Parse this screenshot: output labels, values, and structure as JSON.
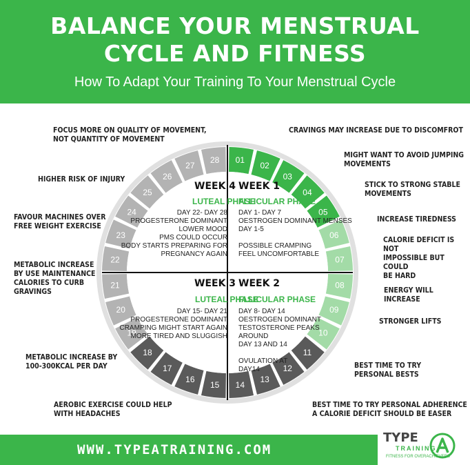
{
  "header": {
    "title_line1": "BALANCE YOUR MENSTRUAL",
    "title_line2": "CYCLE AND FITNESS",
    "subtitle": "How To Adapt Your Training To Your Menstrual Cycle"
  },
  "colors": {
    "green": "#3bb54a",
    "light_green": "#a3dba7",
    "light_gray": "#b3b3b3",
    "dark_gray": "#5a5a5a"
  },
  "days": [
    "01",
    "02",
    "03",
    "04",
    "05",
    "06",
    "07",
    "08",
    "09",
    "10",
    "11",
    "12",
    "13",
    "14",
    "15",
    "16",
    "17",
    "18",
    "19",
    "20",
    "21",
    "22",
    "23",
    "24",
    "25",
    "26",
    "27",
    "28"
  ],
  "weeks": {
    "week1": {
      "title": "WEEK 1",
      "phase": "FLLICULAR PHASE",
      "body": "DAY 1- DAY 7\nOESTROGEN DOMINANT MENSES\nDAY 1-5\n\nPOSSIBLE CRAMPING\nFEEL UNCOMFORTABLE"
    },
    "week2": {
      "title": "WEEK 2",
      "phase": "FLLICULAR PHASE",
      "body": "DAY 8- DAY 14\nOESTROGEN DOMINANT\nTESTOSTERONE PEAKS\nAROUND\nDAY 13 AND 14\n\nOVULATION AT\nDAY14"
    },
    "week3": {
      "title": "WEEK 3",
      "phase": "LUTEAL PHASE",
      "body": "DAY 15- DAY 21\nPROGESTERONE DOMINANT\nCRAMPING MIGHT START AGAIN\nMORE TIRED AND SLUGGISH"
    },
    "week4": {
      "title": "WEEK 4",
      "phase": "LUTEAL PHASE",
      "body": "DAY 22- DAY 28\nPROGESTERONE DOMINANT\nLOWER MOOD\nPMS COULD OCCUR\nBODY STARTS PREPARING FOR\nPREGNANCY AGAIN"
    }
  },
  "notes_right": [
    "CRAVINGS MAY INCREASE DUE TO DISCOMFROT",
    "MIGHT WANT TO AVOID JUMPING\nMOVEMENTS",
    "STICK TO STRONG STABLE\nMOVEMENTS",
    "INCREASE TIREDNESS",
    "CALORIE DEFICIT IS NOT\nIMPOSSIBLE BUT COULD\nBE HARD",
    "ENERGY WILL INCREASE",
    "STRONGER LIFTS",
    "BEST TIME TO TRY\nPERSONAL BESTS",
    "BEST TIME TO TRY PERSONAL ADHERENCE\nA CALORIE DEFICIT SHOULD BE EASER"
  ],
  "notes_left": [
    "FOCUS MORE ON QUALITY OF MOVEMENT,\nNOT QUANTITY OF MOVEMENT",
    "HIGHER RISK OF INJURY",
    "FAVOUR MACHINES OVER\nFREE WEIGHT EXERCISE",
    "METABOLIC INCREASE\nBY USE MAINTENANCE\nCALORIES TO CURB\nGRAVINGS",
    "METABOLIC INCREASE BY\n100-300KCAL PER DAY",
    "AEROBIC EXERCISE COULD HELP\nWITH HEADACHES"
  ],
  "footer": {
    "url": "WWW.TYPEATRAINING.COM",
    "logo_type": "TYPE",
    "logo_training": "TRAINING",
    "logo_tagline": "FITNESS FOR OVERACHIEVERS"
  }
}
